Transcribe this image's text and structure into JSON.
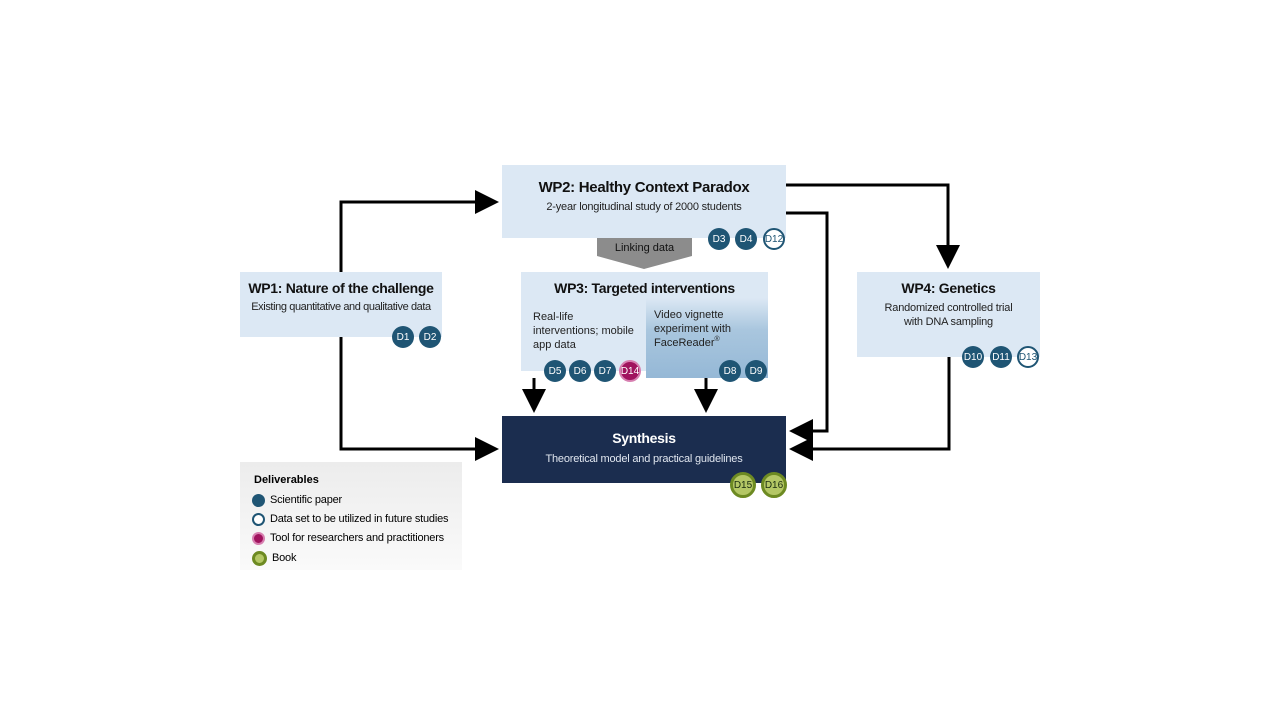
{
  "wp1": {
    "title": "WP1: Nature of the challenge",
    "subtitle": "Existing quantitative and qualitative data",
    "deliverables": [
      "D1",
      "D2"
    ]
  },
  "wp2": {
    "title": "WP2: Healthy Context Paradox",
    "subtitle": "2-year longitudinal study of 2000 students",
    "deliverables": [
      "D3",
      "D4",
      "D12"
    ]
  },
  "linking": "Linking data",
  "wp3": {
    "title": "WP3: Targeted interventions",
    "left": "Real-life interventions; mobile app data",
    "right": "Video vignette experiment with FaceReader",
    "right_sup": "®",
    "deliverables": [
      "D5",
      "D6",
      "D7",
      "D14",
      "D8",
      "D9"
    ]
  },
  "wp4": {
    "title": "WP4: Genetics",
    "subtitle": "Randomized controlled trial with DNA sampling",
    "deliverables": [
      "D10",
      "D11",
      "D13"
    ]
  },
  "synthesis": {
    "title": "Synthesis",
    "subtitle": "Theoretical model and practical guidelines",
    "deliverables": [
      "D15",
      "D16"
    ]
  },
  "legend": {
    "title": "Deliverables",
    "items": [
      "Scientific paper",
      "Data set to be utilized in future studies",
      "Tool for researchers and practitioners",
      "Book"
    ]
  },
  "colors": {
    "paper": "#1f5574",
    "tool": "#a0135e",
    "book": "#b4c765",
    "synthesis": "#1b2d4f",
    "box": "#dce8f4"
  }
}
